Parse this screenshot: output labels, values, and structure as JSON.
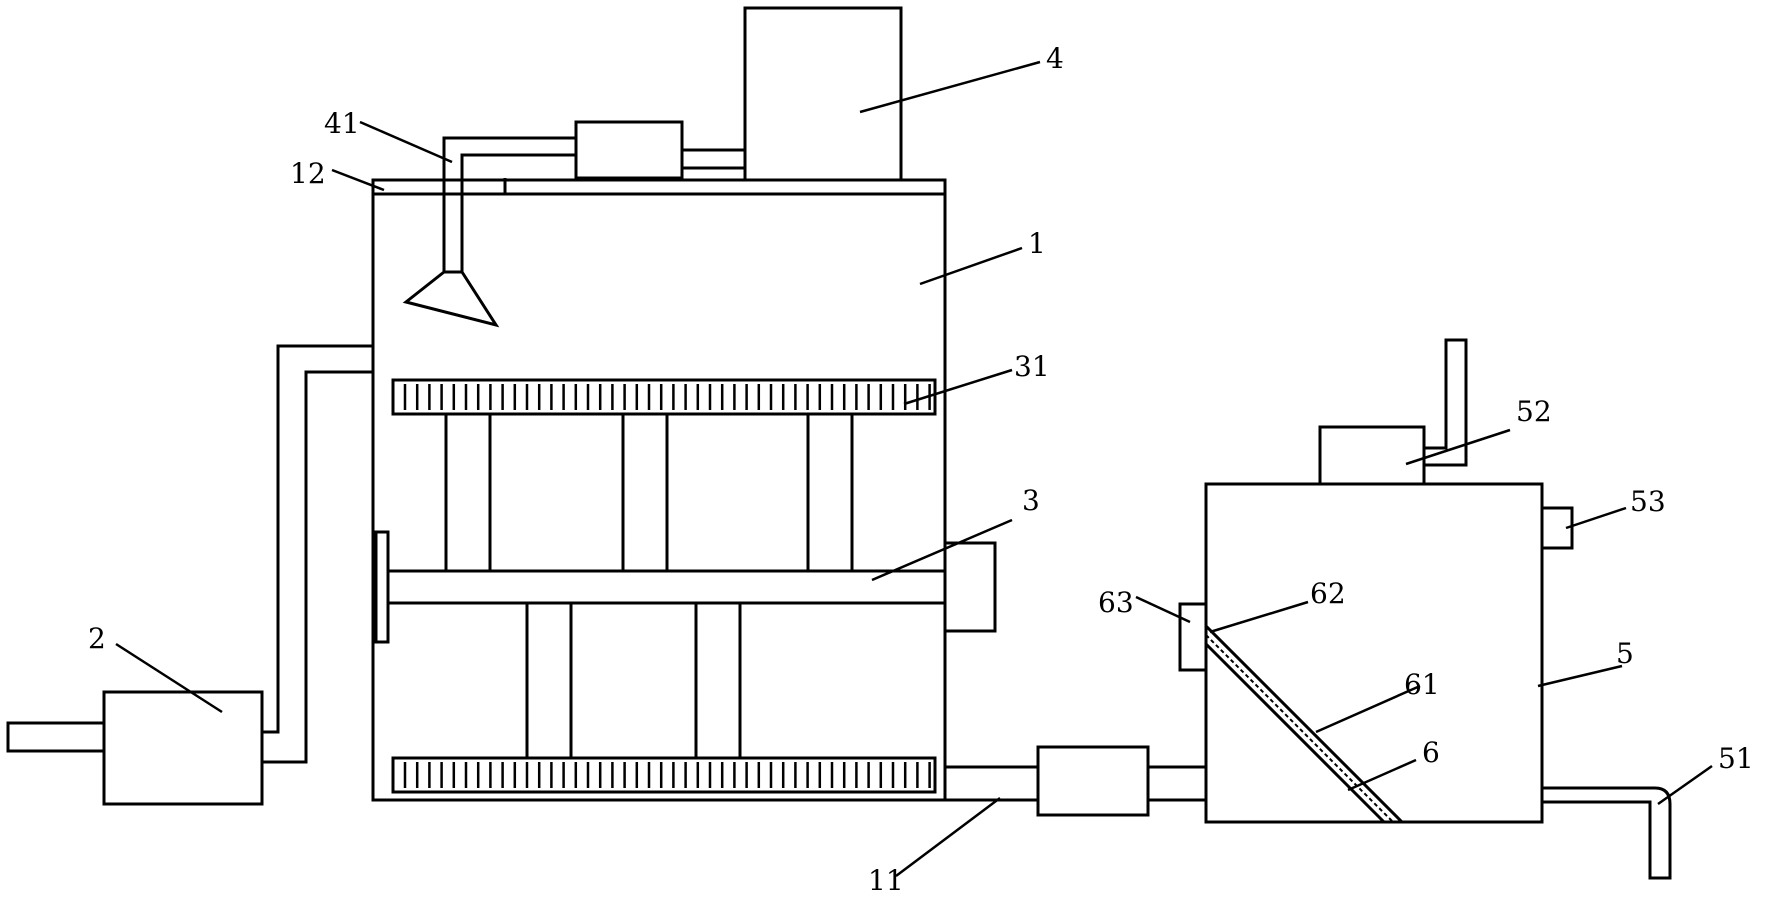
{
  "labels": {
    "l1": "1",
    "l2": "2",
    "l3": "3",
    "l4": "4",
    "l5": "5",
    "l6": "6",
    "l11": "11",
    "l12": "12",
    "l31": "31",
    "l41": "41",
    "l51": "51",
    "l52": "52",
    "l53": "53",
    "l61": "61",
    "l62": "62",
    "l63": "63"
  },
  "colors": {
    "stroke": "#000000",
    "background": "#ffffff"
  }
}
